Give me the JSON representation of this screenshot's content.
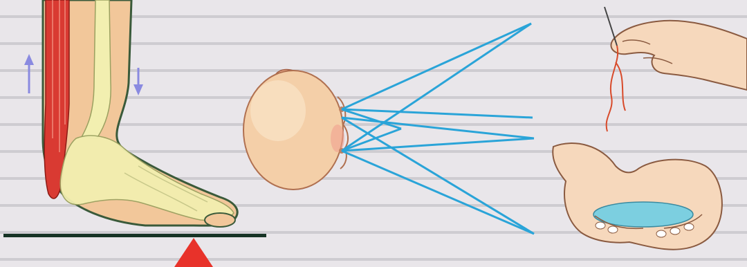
{
  "figure": {
    "panels": [
      "foot-lever",
      "head",
      "hand-thread",
      "cupped-hands-water"
    ],
    "colors": {
      "background": "#e9e6ea",
      "lines": "#2aa4d8",
      "muscle": "#d93a32",
      "bone": "#f2efb0",
      "skin": "#f2c79a",
      "arrow": "#8a8ae0",
      "fulcrum": "#e8322a",
      "ground": "#163325",
      "water": "#7ccfe0"
    },
    "icons": [
      "up-arrow-icon",
      "down-arrow-icon",
      "fulcrum-triangle-icon"
    ]
  }
}
